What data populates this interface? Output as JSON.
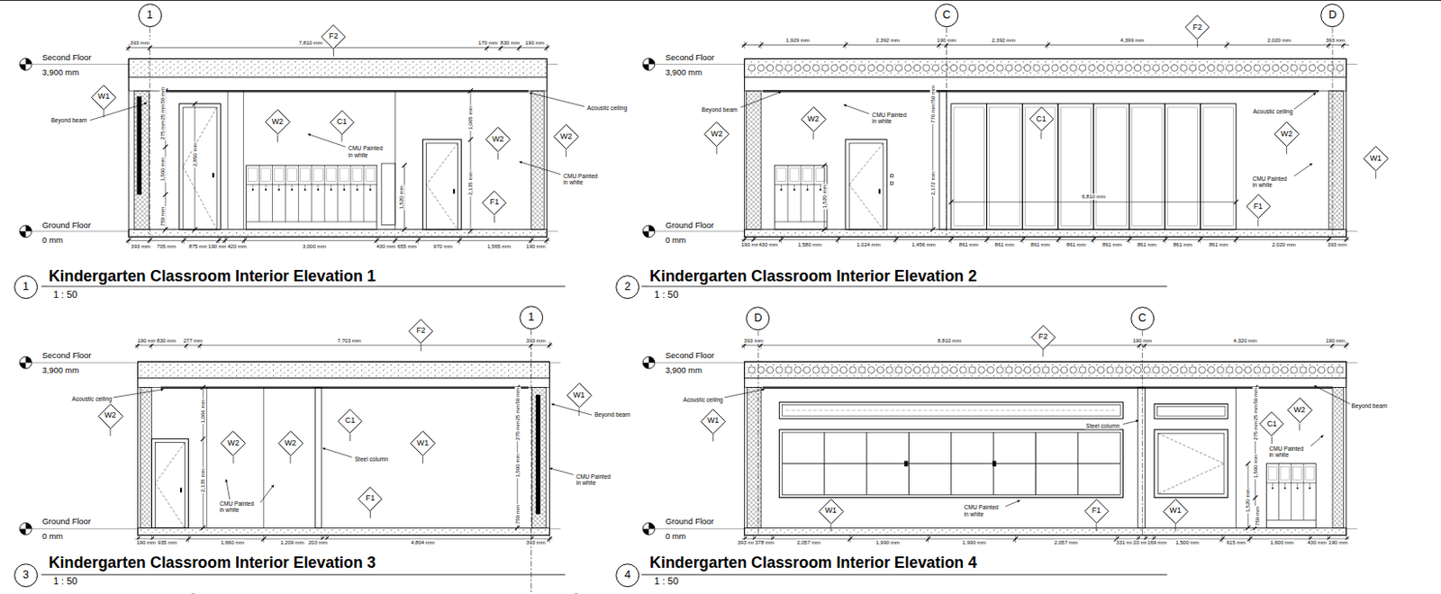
{
  "diagram": {
    "nodes": [
      {
        "text": [
          "1"
        ]
      },
      {
        "text": [
          "F2"
        ]
      },
      {
        "text": [
          "W1"
        ]
      },
      {
        "text": [
          "W2"
        ]
      },
      {
        "text": [
          "C1"
        ]
      },
      {
        "text": [
          "W2"
        ]
      },
      {
        "text": [
          "W2"
        ]
      },
      {
        "text": [
          "F1"
        ]
      },
      {
        "text": [
          "1"
        ]
      },
      {
        "text": [
          "C"
        ]
      },
      {
        "text": [
          "D"
        ]
      },
      {
        "text": [
          "F2"
        ]
      },
      {
        "text": [
          "W2"
        ]
      },
      {
        "text": [
          "W2"
        ]
      },
      {
        "text": [
          "C1"
        ]
      },
      {
        "text": [
          "W2"
        ]
      },
      {
        "text": [
          "W1"
        ]
      },
      {
        "text": [
          "F1"
        ]
      },
      {
        "text": [
          "2"
        ]
      },
      {
        "text": [
          "1"
        ]
      },
      {
        "text": [
          "F2"
        ]
      },
      {
        "text": [
          "W2"
        ]
      },
      {
        "text": [
          "W1"
        ]
      },
      {
        "text": [
          "W2"
        ]
      },
      {
        "text": [
          "W2"
        ]
      },
      {
        "text": [
          "C1"
        ]
      },
      {
        "text": [
          "W1"
        ]
      },
      {
        "text": [
          "F1"
        ]
      },
      {
        "text": [
          "3"
        ]
      },
      {
        "text": [
          "D"
        ]
      },
      {
        "text": [
          "C"
        ]
      },
      {
        "text": [
          "F2"
        ]
      },
      {
        "text": [
          "W1"
        ]
      },
      {
        "text": [
          "C1"
        ]
      },
      {
        "text": [
          "W2"
        ]
      },
      {
        "text": [
          "W1"
        ]
      },
      {
        "text": [
          "F1"
        ]
      },
      {
        "text": [
          "W1"
        ]
      },
      {
        "text": [
          "4"
        ]
      }
    ],
    "labels": [
      "Second Floor",
      "3,900 mm",
      "Ground Floor",
      "0 mm",
      "393 mm",
      "7,810 mm",
      "170 mm",
      "830 mm",
      "190 mm",
      "Beyond beam",
      "250 mm",
      "425 mm",
      "275 mm",
      "1,500 mm",
      "750 mm",
      "2,850 mm",
      "CMU Painted in white",
      "1,520 mm",
      "1,065 mm",
      "2,135 mm",
      "Acoustic ceiling",
      "CMU Painted in white",
      "393 mm",
      "705 mm",
      "875 mm",
      "190 mm",
      "420 mm",
      "3,000 mm",
      "430 mm",
      "655 mm",
      "970 mm",
      "1,565 mm",
      "190 mm",
      "Kindergarten Classroom Interior Elevation 1",
      "1 : 50",
      "Second Floor",
      "3,900 mm",
      "Ground Floor",
      "0 mm",
      "1,929 mm",
      "2,392 mm",
      "190 mm",
      "2,392 mm",
      "4,399 mm",
      "2,020 mm",
      "393 mm",
      "Beyond beam",
      "CMU Painted in white",
      "250 mm",
      "776 mm",
      "2,172 mm",
      "1,520 mm",
      "6,810 mm",
      "Acoustic ceiling",
      "CMU Painted in white",
      "190 mm",
      "430 mm",
      "1,580 mm",
      "1,024 mm",
      "1,456 mm",
      "861 mm",
      "861 mm",
      "861 mm",
      "861 mm",
      "861 mm",
      "861 mm",
      "861 mm",
      "861 mm",
      "2,020 mm",
      "393 mm",
      "Kindergarten Classroom Interior Elevation 2",
      "1 : 50",
      "Second Floor",
      "3,900 mm",
      "Ground Floor",
      "0 mm",
      "190 mm",
      "830 mm",
      "277 mm",
      "7,703 mm",
      "393 mm",
      "Acoustic ceiling",
      "1,066 mm",
      "2,135 mm",
      "CMU Painted in white",
      "Steel column",
      "CMU Painted in white",
      "Beyond beam",
      "250 mm",
      "425 mm",
      "275 mm",
      "1,500 mm",
      "750 mm",
      "190 mm",
      "935 mm",
      "1,660 mm",
      "1,209 mm",
      "203 mm",
      "4,804 mm",
      "393 mm",
      "Kindergarten Classroom Interior Elevation 3",
      "1 : 50",
      "Second Floor",
      "3,900 mm",
      "Ground Floor",
      "0 mm",
      "393 mm",
      "8,810 mm",
      "190 mm",
      "4,320 mm",
      "190 mm",
      "Acoustic ceiling",
      "Steel column",
      "Beyond beam",
      "CMU Painted in white",
      "250 mm",
      "425 mm",
      "275 mm",
      "1,500 mm",
      "1,520 mm",
      "750 mm",
      "CMU Painted in white",
      "393 mm",
      "378 mm",
      "2,057 mm",
      "1,990 mm",
      "1,990 mm",
      "2,057 mm",
      "331 mm",
      "20 mm",
      "169 mm",
      "1,500 mm",
      "615 mm",
      "1,600 mm",
      "430 mm",
      "190 mm",
      "Kindergarten Classroom Interior Elevation 4",
      "1 : 50"
    ]
  }
}
